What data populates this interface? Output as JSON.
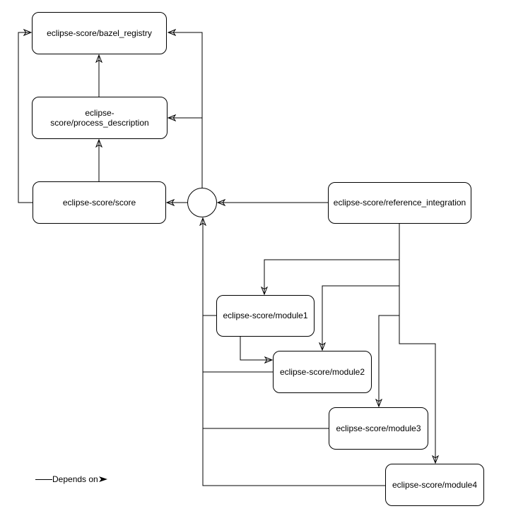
{
  "diagram": {
    "title": "",
    "nodes": {
      "bazel_registry": {
        "label": "eclipse-score/bazel_registry"
      },
      "process_description": {
        "label": "eclipse-score/process_description"
      },
      "score": {
        "label": "eclipse-score/score"
      },
      "reference_integration": {
        "label": "eclipse-score/reference_integration"
      },
      "module1": {
        "label": "eclipse-score/module1"
      },
      "module2": {
        "label": "eclipse-score/module2"
      },
      "module3": {
        "label": "eclipse-score/module3"
      },
      "module4": {
        "label": "eclipse-score/module4"
      },
      "junction": {
        "label": "",
        "shape": "circle"
      }
    },
    "edges": [
      {
        "from": "score",
        "to": "bazel_registry"
      },
      {
        "from": "score",
        "to": "process_description"
      },
      {
        "from": "process_description",
        "to": "bazel_registry"
      },
      {
        "from": "junction",
        "to": "bazel_registry"
      },
      {
        "from": "junction",
        "to": "process_description"
      },
      {
        "from": "junction",
        "to": "score"
      },
      {
        "from": "reference_integration",
        "to": "junction"
      },
      {
        "from": "reference_integration",
        "to": "module1"
      },
      {
        "from": "reference_integration",
        "to": "module2"
      },
      {
        "from": "reference_integration",
        "to": "module3"
      },
      {
        "from": "reference_integration",
        "to": "module4"
      },
      {
        "from": "module1",
        "to": "module2"
      },
      {
        "from": "module1",
        "to": "junction"
      },
      {
        "from": "module2",
        "to": "junction"
      },
      {
        "from": "module3",
        "to": "junction"
      },
      {
        "from": "module4",
        "to": "junction"
      }
    ],
    "legend": {
      "label": "Depends on"
    },
    "colors": {
      "stroke": "#000000",
      "node_fill": "#ffffff",
      "text": "#000000",
      "background": "#ffffff"
    }
  }
}
